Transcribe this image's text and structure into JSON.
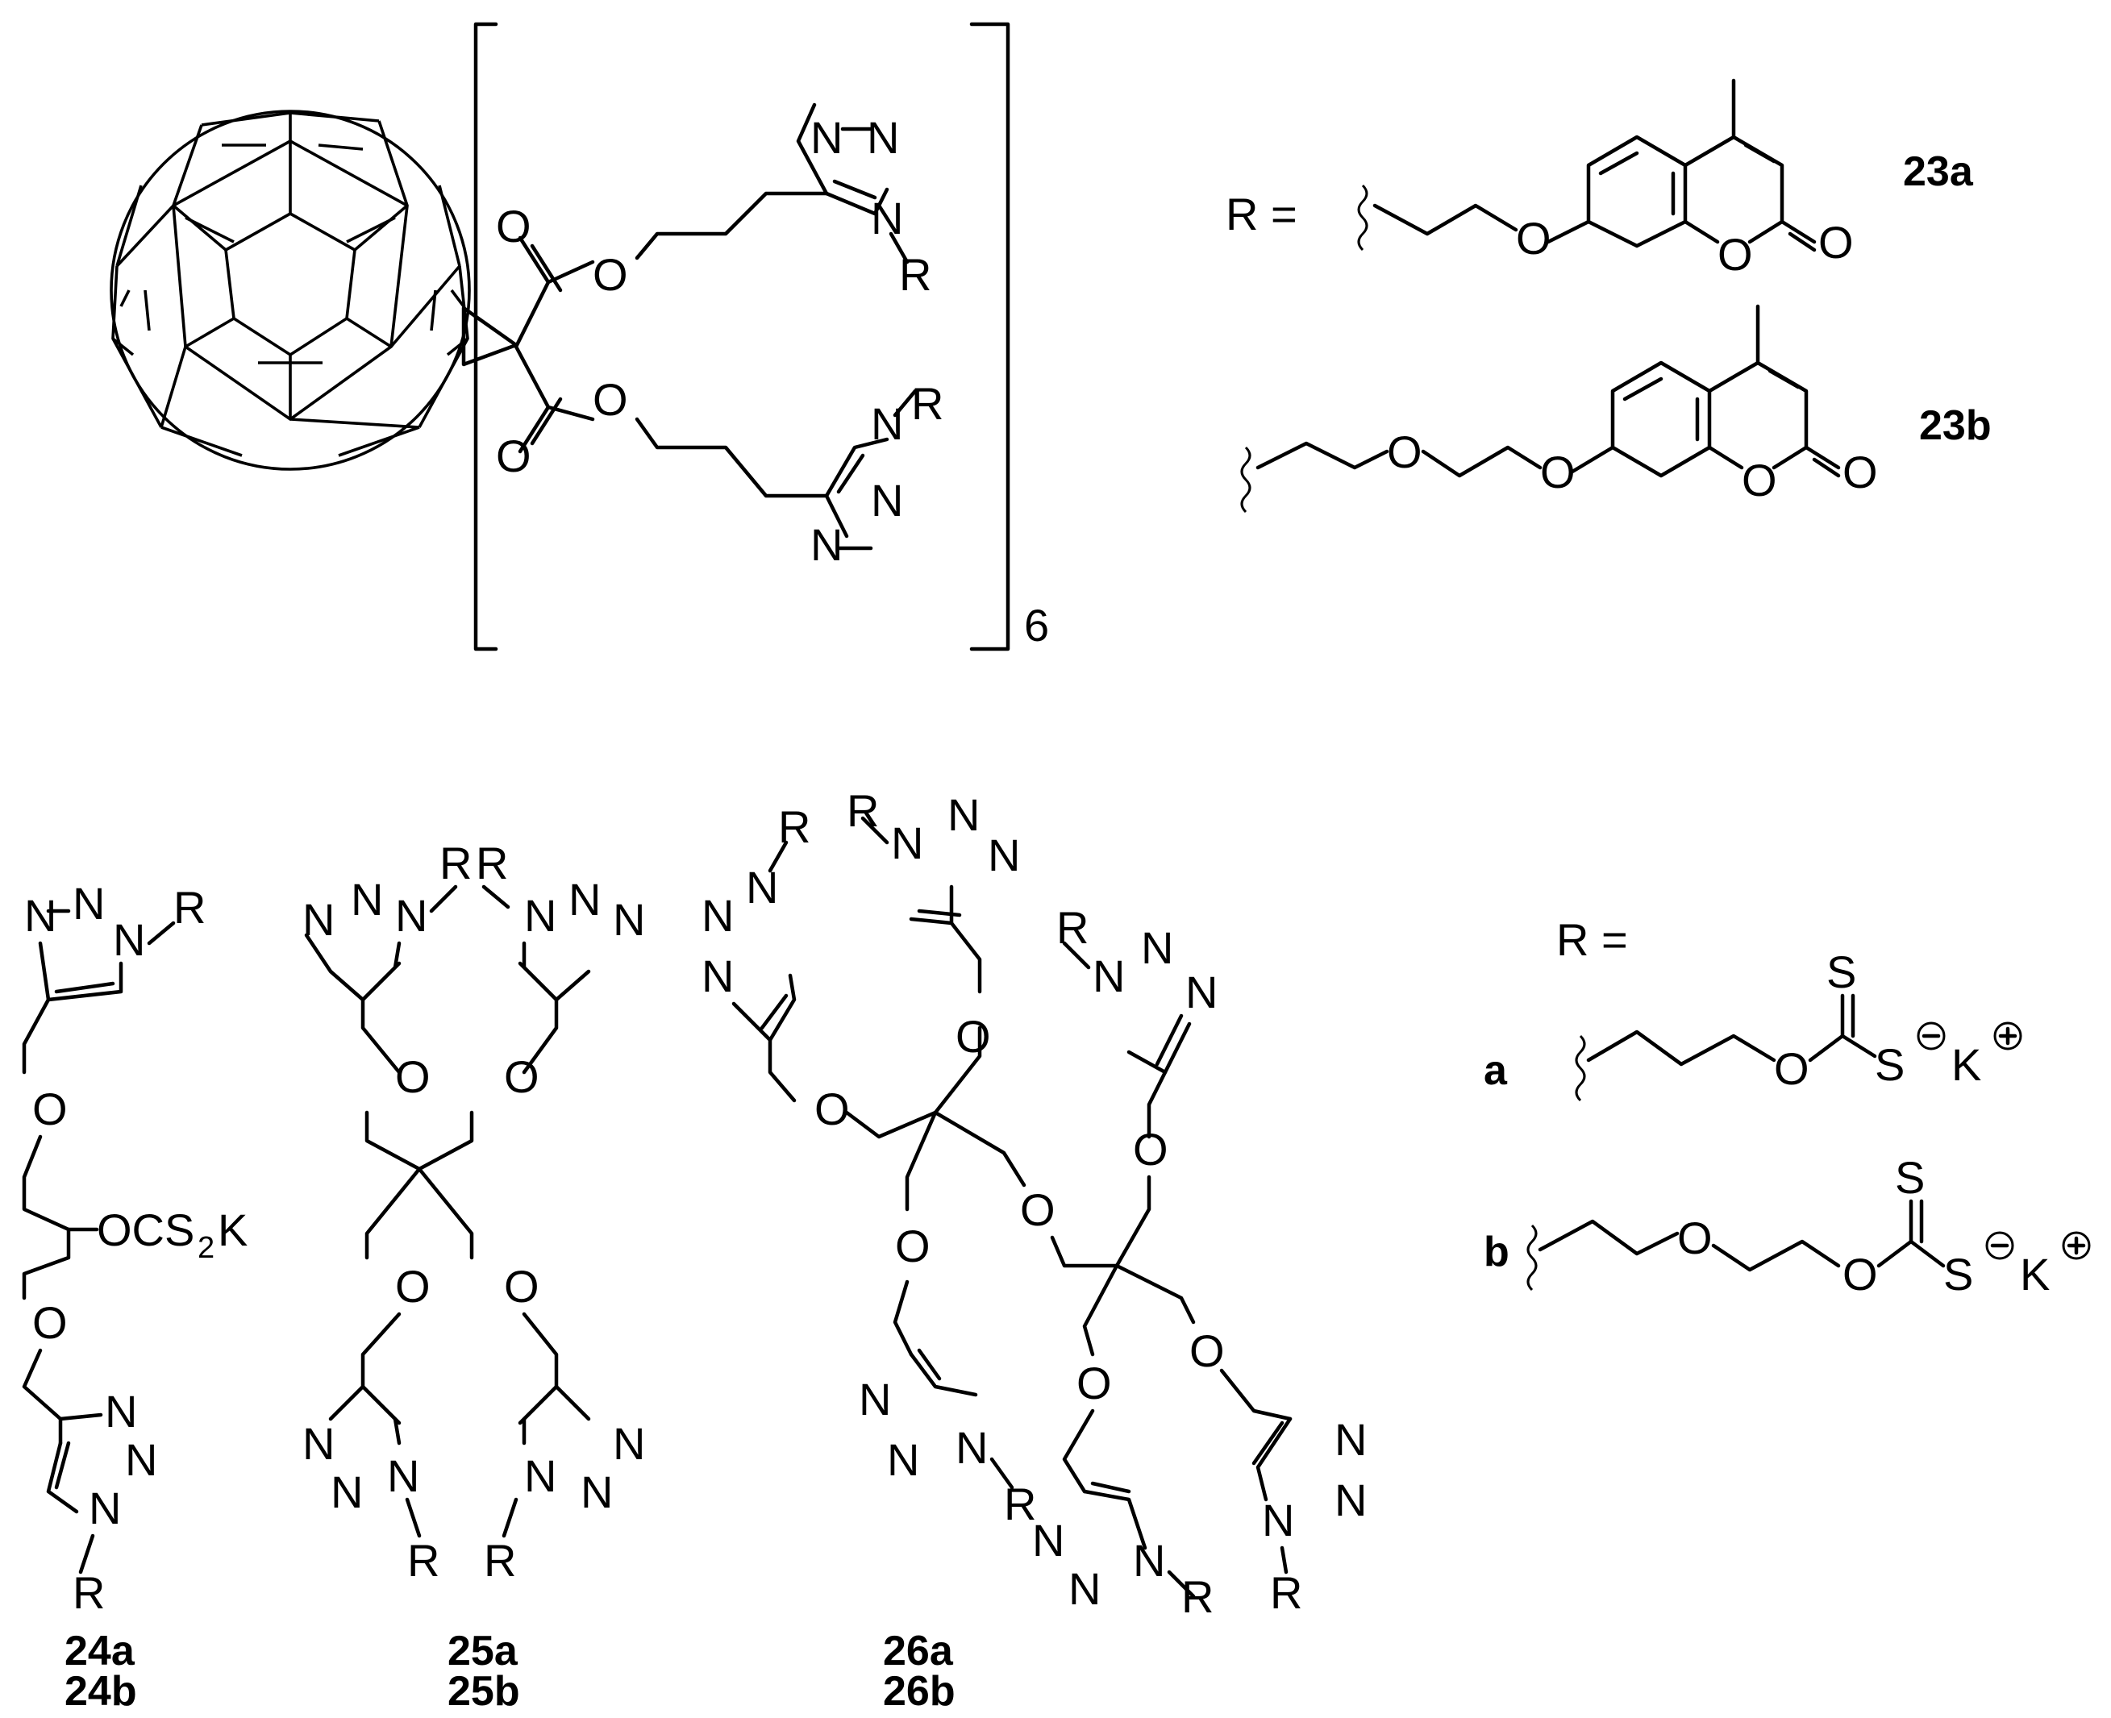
{
  "labels": {
    "N": "N",
    "O": "O",
    "R": "R",
    "S": "S",
    "K": "K",
    "r_equals": "R =",
    "repeat": "6",
    "ocs2k": "OCS",
    "ocs2k_sub": "2",
    "ocs2k_tail": "K"
  },
  "compounds": {
    "c23a": "23a",
    "c23b": "23b",
    "c24a": "24a",
    "c24b": "24b",
    "c25a": "25a",
    "c25b": "25b",
    "c26a": "26a",
    "c26b": "26b",
    "series_a": "a",
    "series_b": "b"
  }
}
